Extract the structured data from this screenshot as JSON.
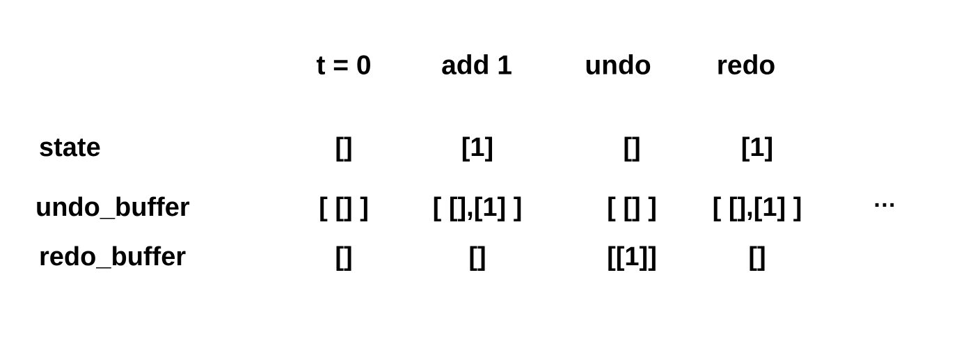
{
  "headers": [
    "t = 0",
    "add 1",
    "undo",
    "redo"
  ],
  "rows": [
    {
      "label": "state",
      "cells": [
        "[]",
        "[1]",
        "[]",
        "[1]"
      ]
    },
    {
      "label": "undo_buffer",
      "cells": [
        "[ [] ]",
        "[ [],[1] ]",
        "[ [] ]",
        "[ [],[1] ]"
      ]
    },
    {
      "label": "redo_buffer",
      "cells": [
        "[]",
        "[]",
        "[[1]]",
        "[]"
      ]
    }
  ],
  "ellipsis": "…"
}
